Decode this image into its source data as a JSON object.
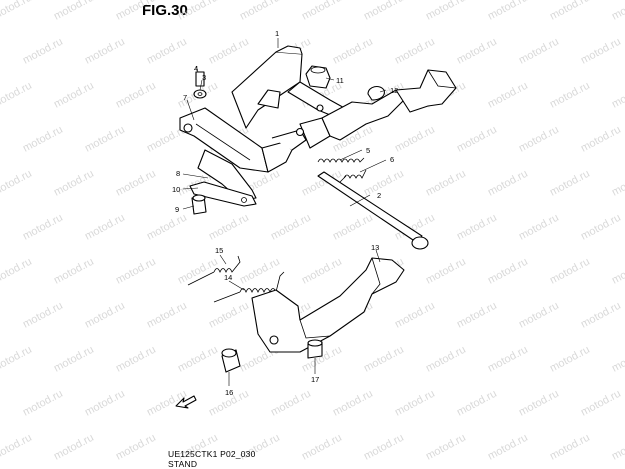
{
  "figure": {
    "title": "FIG.30",
    "code": "UE125CTK1 P02_030",
    "caption": "STAND"
  },
  "watermark": "motod.ru",
  "callouts": [
    "1",
    "2",
    "3",
    "4",
    "5",
    "6",
    "7",
    "8",
    "9",
    "10",
    "11",
    "12",
    "13",
    "14",
    "15",
    "16",
    "17"
  ]
}
